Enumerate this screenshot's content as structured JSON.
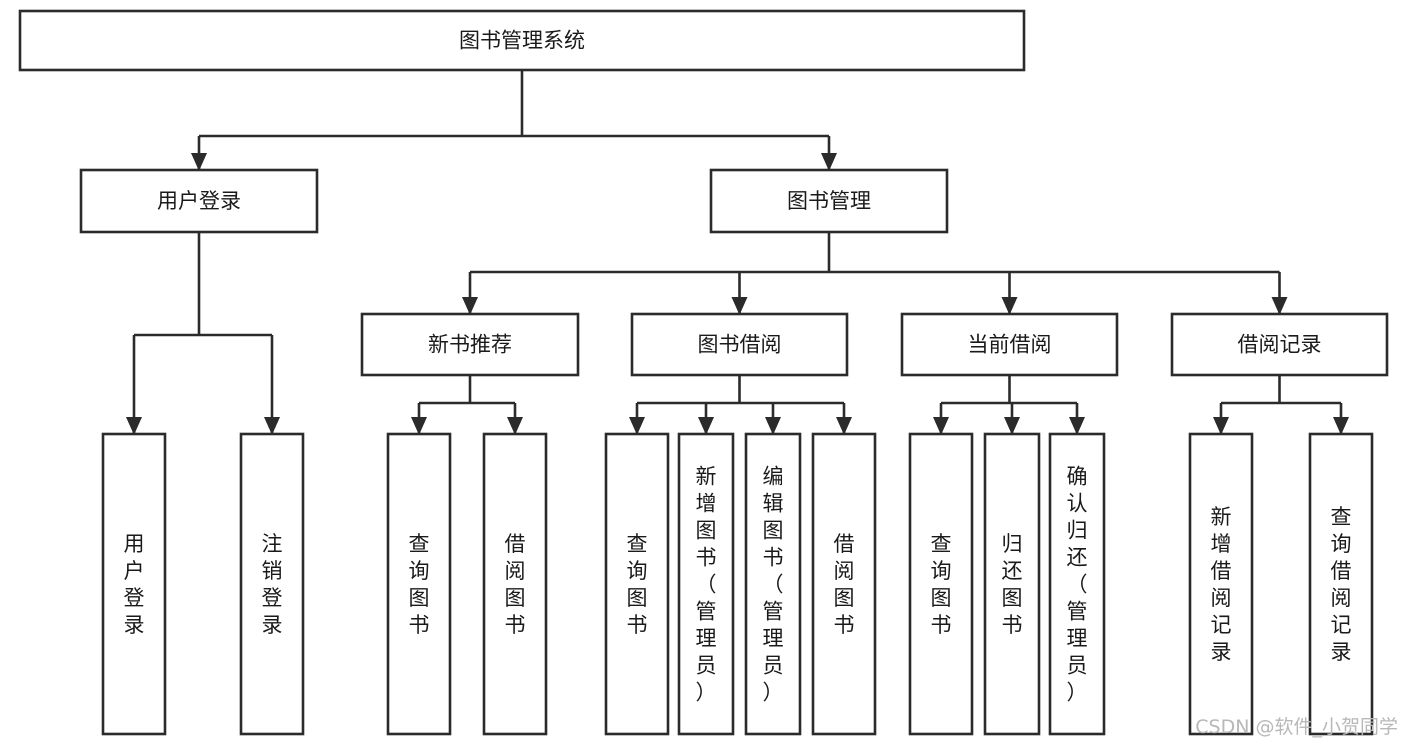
{
  "diagram": {
    "title": "图书管理系统",
    "type": "tree",
    "orientation": "top-down",
    "background_color": "#ffffff",
    "box_stroke_color": "#2b2b2b",
    "box_fill_color": "#ffffff",
    "text_color": "#1a1a1a",
    "levels": [
      {
        "level": 1,
        "nodes": [
          {
            "id": "root",
            "label": "图书管理系统",
            "orientation": "horizontal"
          }
        ]
      },
      {
        "level": 2,
        "nodes": [
          {
            "id": "login",
            "label": "用户登录",
            "orientation": "horizontal",
            "parent": "root"
          },
          {
            "id": "bookmgmt",
            "label": "图书管理",
            "orientation": "horizontal",
            "parent": "root"
          }
        ]
      },
      {
        "level": 3,
        "nodes": [
          {
            "id": "newbook",
            "label": "新书推荐",
            "orientation": "horizontal",
            "parent": "bookmgmt"
          },
          {
            "id": "borrow",
            "label": "图书借阅",
            "orientation": "horizontal",
            "parent": "bookmgmt"
          },
          {
            "id": "current",
            "label": "当前借阅",
            "orientation": "horizontal",
            "parent": "bookmgmt"
          },
          {
            "id": "records",
            "label": "借阅记录",
            "orientation": "horizontal",
            "parent": "bookmgmt"
          }
        ]
      },
      {
        "level": 4,
        "nodes": [
          {
            "id": "leaf1",
            "label": "用户登录",
            "orientation": "vertical",
            "parent": "login"
          },
          {
            "id": "leaf2",
            "label": "注销登录",
            "orientation": "vertical",
            "parent": "login"
          },
          {
            "id": "leaf3",
            "label": "查询图书",
            "orientation": "vertical",
            "parent": "newbook"
          },
          {
            "id": "leaf4",
            "label": "借阅图书",
            "orientation": "vertical",
            "parent": "newbook"
          },
          {
            "id": "leaf5",
            "label": "查询图书",
            "orientation": "vertical",
            "parent": "borrow"
          },
          {
            "id": "leaf6",
            "label": "新增图书（管理员）",
            "orientation": "vertical",
            "parent": "borrow"
          },
          {
            "id": "leaf7",
            "label": "编辑图书（管理员）",
            "orientation": "vertical",
            "parent": "borrow"
          },
          {
            "id": "leaf8",
            "label": "借阅图书",
            "orientation": "vertical",
            "parent": "borrow"
          },
          {
            "id": "leaf9",
            "label": "查询图书",
            "orientation": "vertical",
            "parent": "current"
          },
          {
            "id": "leaf10",
            "label": "归还图书",
            "orientation": "vertical",
            "parent": "current"
          },
          {
            "id": "leaf11",
            "label": "确认归还（管理员）",
            "orientation": "vertical",
            "parent": "current"
          },
          {
            "id": "leaf12",
            "label": "新增借阅记录",
            "orientation": "vertical",
            "parent": "records"
          },
          {
            "id": "leaf13",
            "label": "查询借阅记录",
            "orientation": "vertical",
            "parent": "records"
          }
        ]
      }
    ]
  },
  "watermark": {
    "text": "CSDN @软件_小贺同学",
    "color": "#b8b8b8"
  }
}
